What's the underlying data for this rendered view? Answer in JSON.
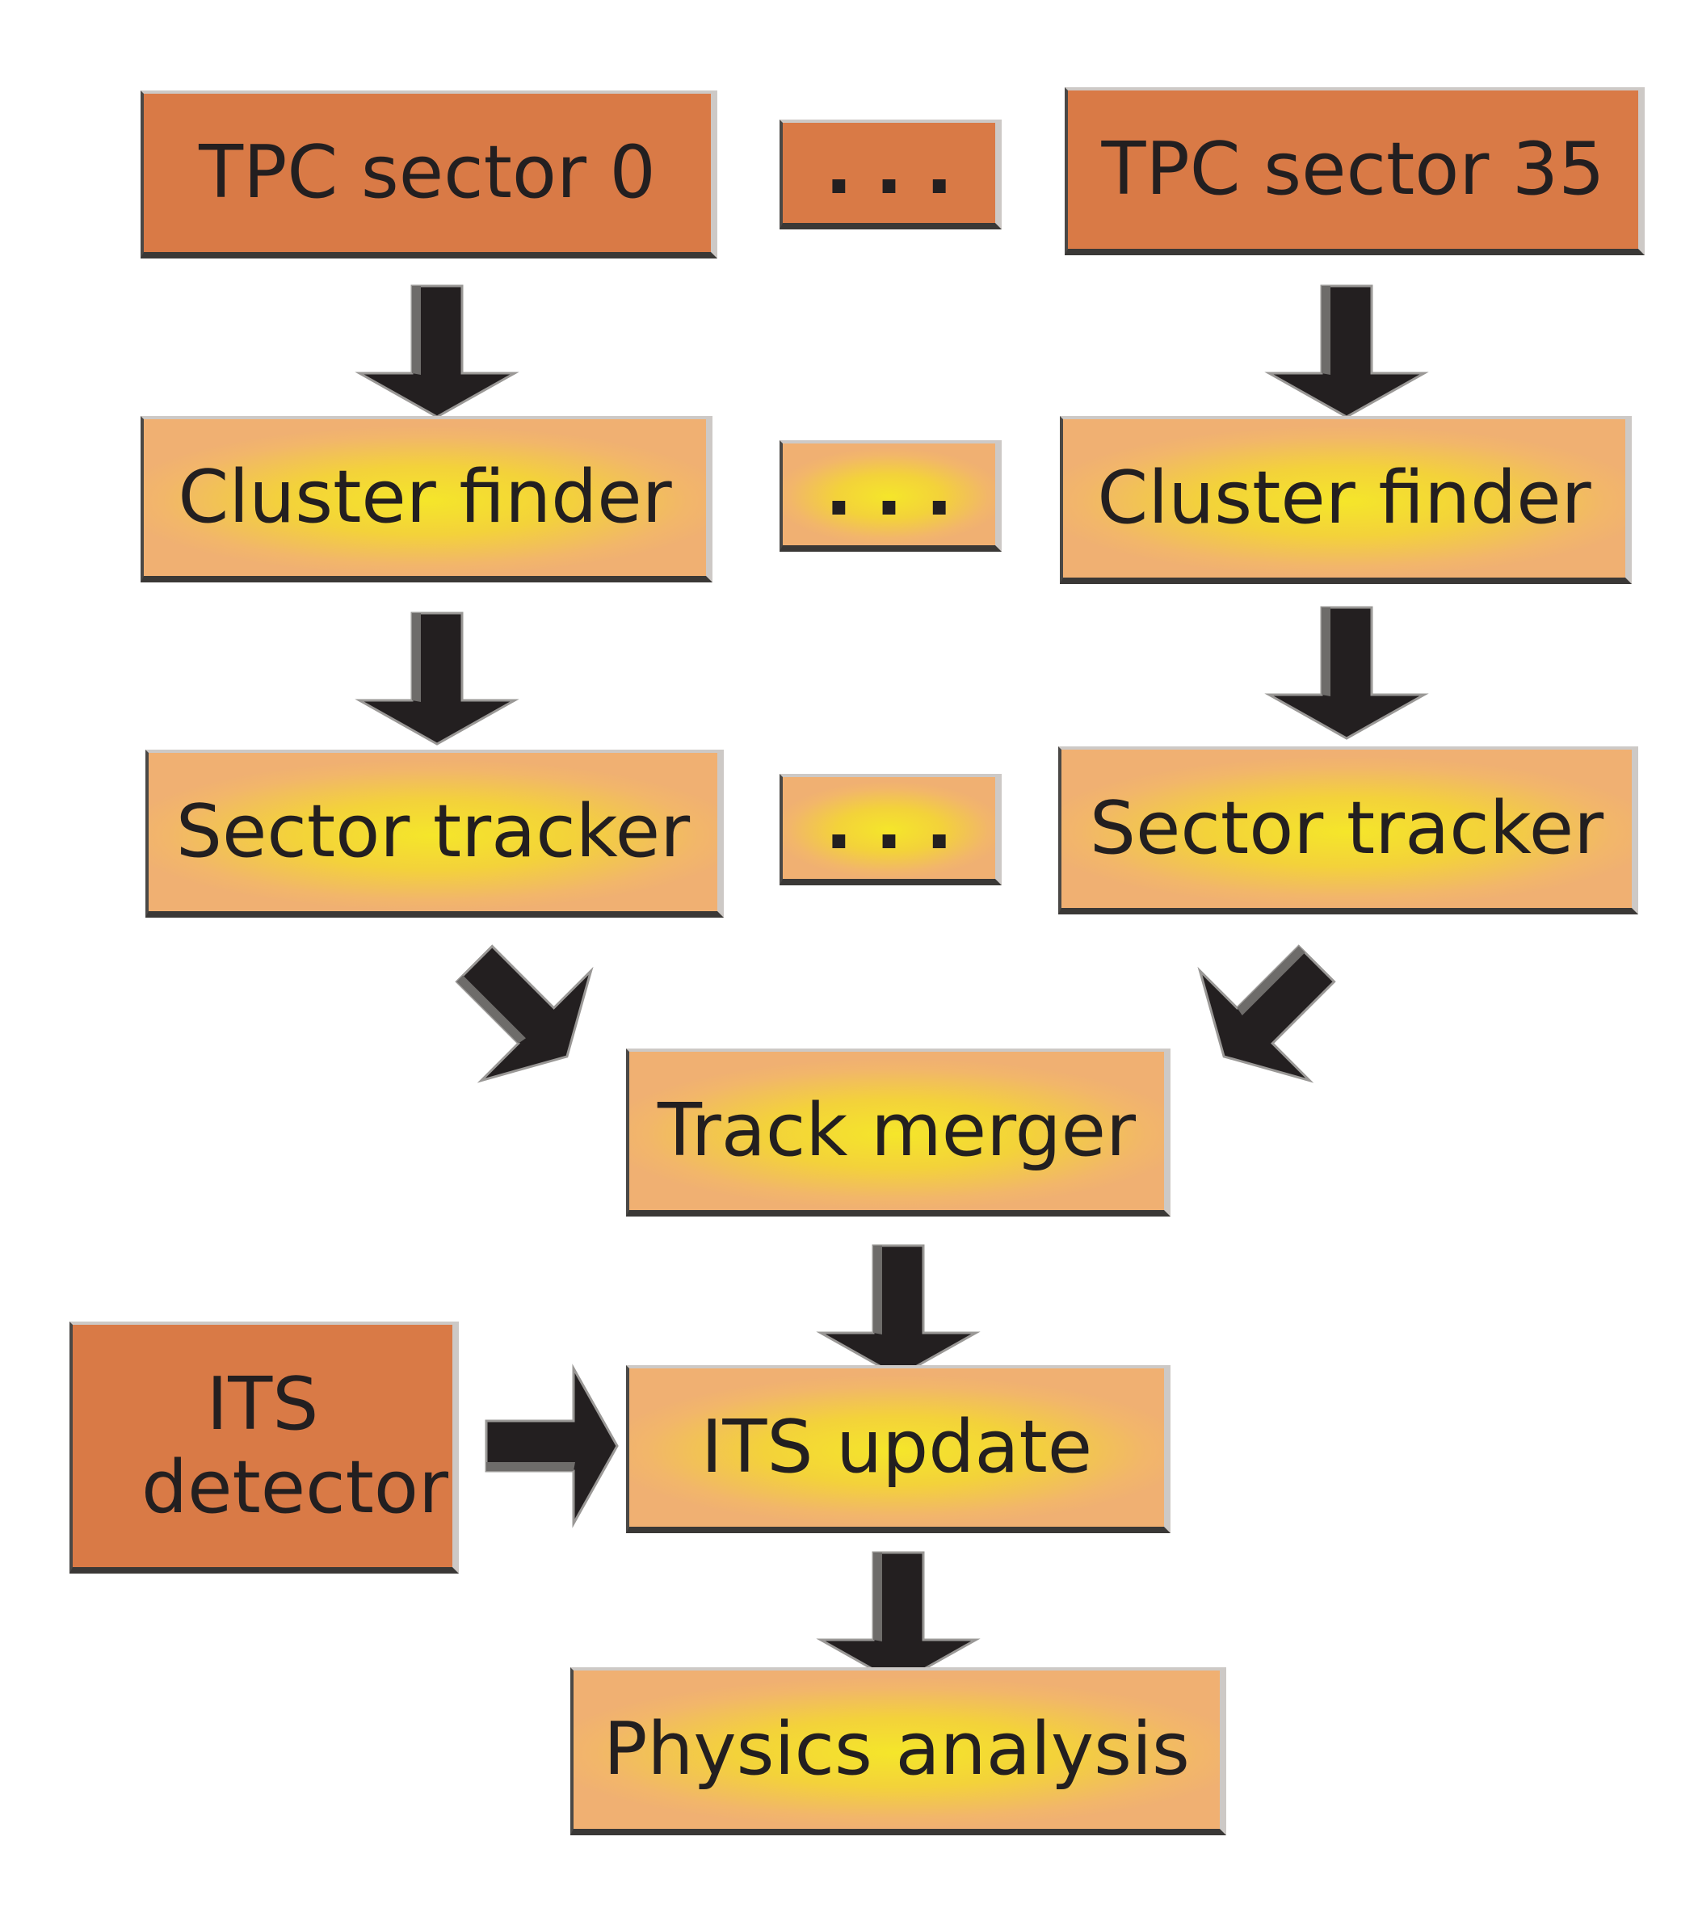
{
  "nodes": {
    "tpc_sector_0": "TPC sector 0",
    "tpc_dots": "...",
    "tpc_sector_35": "TPC sector 35",
    "cluster_finder_left": "Cluster finder",
    "cluster_dots": "...",
    "cluster_finder_right": "Cluster finder",
    "sector_tracker_left": "Sector tracker",
    "tracker_dots": "...",
    "sector_tracker_right": "Sector tracker",
    "track_merger": "Track merger",
    "its_detector": "ITS detector",
    "its_update": "ITS update",
    "physics_analysis": "Physics analysis"
  },
  "edges": [
    {
      "from": "TPC sector 0",
      "to": "Cluster finder"
    },
    {
      "from": "TPC sector 35",
      "to": "Cluster finder"
    },
    {
      "from": "Cluster finder",
      "to": "Sector tracker"
    },
    {
      "from": "Cluster finder",
      "to": "Sector tracker"
    },
    {
      "from": "Sector tracker",
      "to": "Track merger"
    },
    {
      "from": "Sector tracker",
      "to": "Track merger"
    },
    {
      "from": "Track merger",
      "to": "ITS update"
    },
    {
      "from": "ITS detector",
      "to": "ITS update"
    },
    {
      "from": "ITS update",
      "to": "Physics analysis"
    }
  ],
  "colors": {
    "dark_box": "#d97a46",
    "light_box_center": "#f5e62a",
    "light_box_edge": "#f0b072",
    "arrow": "#231f20",
    "text": "#231f20"
  }
}
